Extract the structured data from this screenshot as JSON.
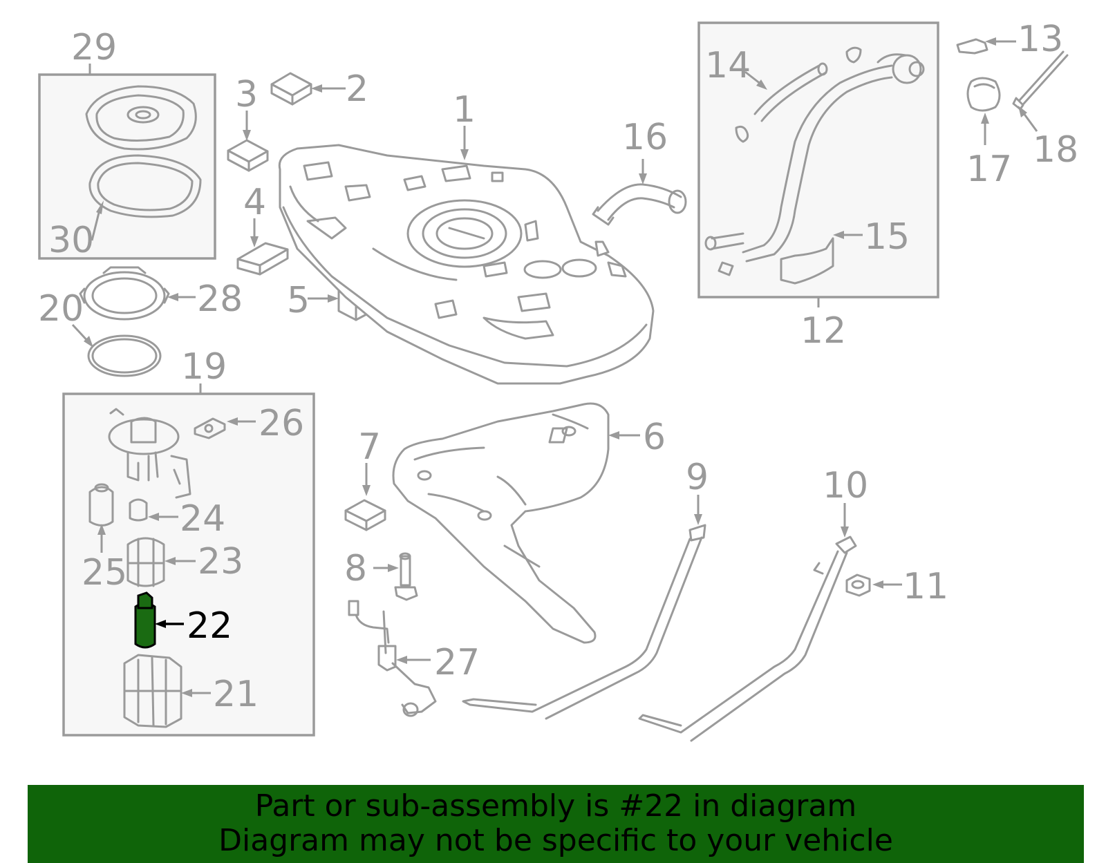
{
  "callouts": {
    "c1": "1",
    "c2": "2",
    "c3": "3",
    "c4": "4",
    "c5": "5",
    "c6": "6",
    "c7": "7",
    "c8": "8",
    "c9": "9",
    "c10": "10",
    "c11": "11",
    "c12": "12",
    "c13": "13",
    "c14": "14",
    "c15": "15",
    "c16": "16",
    "c17": "17",
    "c18": "18",
    "c19": "19",
    "c20": "20",
    "c21": "21",
    "c22": "22",
    "c23": "23",
    "c24": "24",
    "c25": "25",
    "c26": "26",
    "c27": "27",
    "c28": "28",
    "c29": "29",
    "c30": "30"
  },
  "highlight": {
    "part": "22",
    "color": "#1a6b12"
  },
  "banner": {
    "line1": "Part or sub-assembly is #22 in diagram",
    "line2": "Diagram may not be specific to your vehicle",
    "color": "#0f6409"
  }
}
